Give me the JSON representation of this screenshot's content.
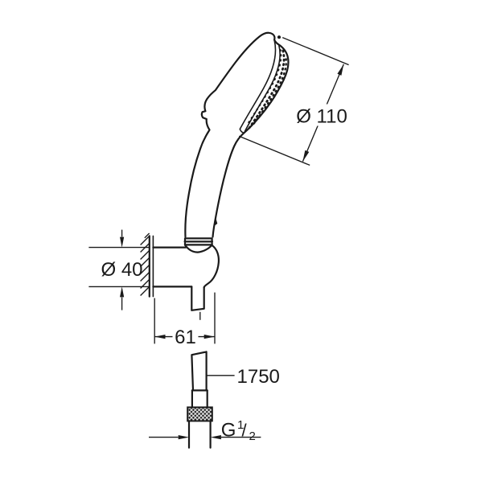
{
  "page": {
    "background": "#ffffff",
    "line_color": "#1a1a1a"
  },
  "annotations": {
    "head_diameter": "Ø 110",
    "holder_diameter": "Ø 40",
    "holder_projection": "61",
    "hose_length": "1750",
    "thread": {
      "prefix": "G",
      "numerator": "1",
      "slash": "/",
      "denominator": "2"
    }
  }
}
